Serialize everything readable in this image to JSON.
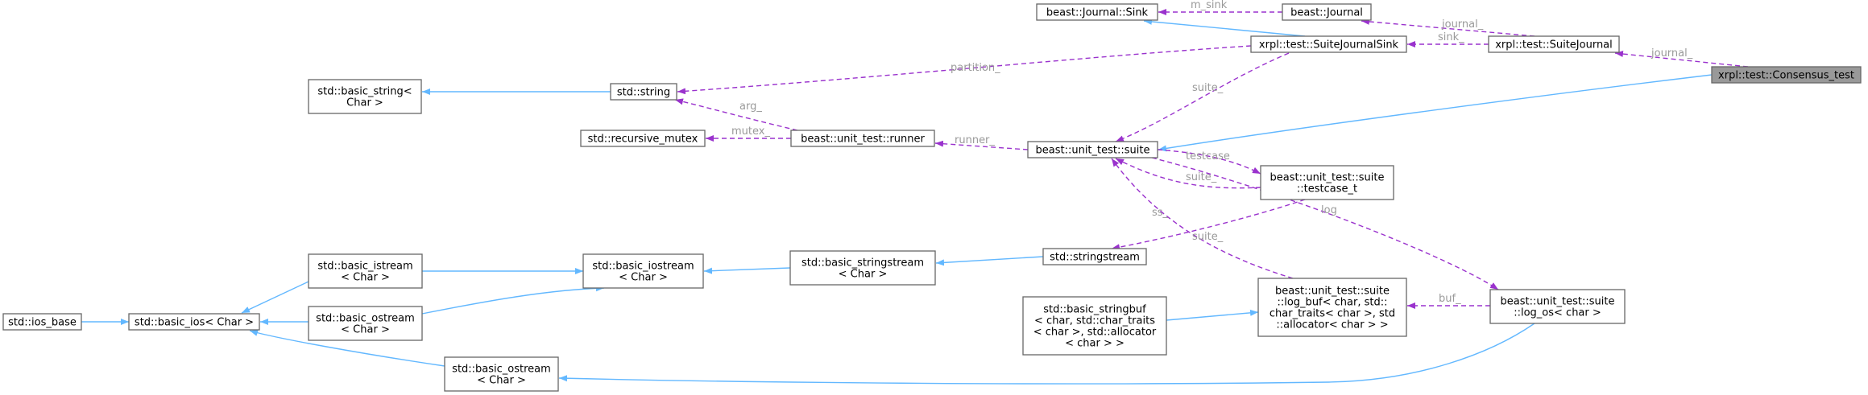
{
  "diagram": {
    "nodes": [
      {
        "id": "journal_sink",
        "lines": [
          "beast::Journal::Sink"
        ]
      },
      {
        "id": "journal",
        "lines": [
          "beast::Journal"
        ]
      },
      {
        "id": "suite_journal_sink",
        "lines": [
          "xrpl::test::SuiteJournalSink"
        ]
      },
      {
        "id": "suite_journal",
        "lines": [
          "xrpl::test::SuiteJournal"
        ]
      },
      {
        "id": "consensus_test",
        "lines": [
          "xrpl::test::Consensus_test"
        ],
        "highlight": true
      },
      {
        "id": "basic_string",
        "lines": [
          "std::basic_string<",
          "Char >"
        ]
      },
      {
        "id": "string",
        "lines": [
          "std::string"
        ]
      },
      {
        "id": "recursive_mutex",
        "lines": [
          "std::recursive_mutex"
        ]
      },
      {
        "id": "runner",
        "lines": [
          "beast::unit_test::runner"
        ]
      },
      {
        "id": "suite",
        "lines": [
          "beast::unit_test::suite"
        ]
      },
      {
        "id": "testcase_t",
        "lines": [
          "beast::unit_test::suite",
          "::testcase_t"
        ]
      },
      {
        "id": "stringstream",
        "lines": [
          "std::stringstream"
        ]
      },
      {
        "id": "basic_stringstream",
        "lines": [
          "std::basic_stringstream",
          "< Char >"
        ]
      },
      {
        "id": "basic_iostream",
        "lines": [
          "std::basic_iostream",
          "< Char >"
        ]
      },
      {
        "id": "basic_istream",
        "lines": [
          "std::basic_istream",
          "< Char >"
        ]
      },
      {
        "id": "basic_ostream_a",
        "lines": [
          "std::basic_ostream",
          "< Char >"
        ]
      },
      {
        "id": "basic_ostream_b",
        "lines": [
          "std::basic_ostream",
          "< Char >"
        ]
      },
      {
        "id": "ios_base",
        "lines": [
          "std::ios_base"
        ]
      },
      {
        "id": "basic_ios",
        "lines": [
          "std::basic_ios< Char >"
        ]
      },
      {
        "id": "basic_stringbuf",
        "lines": [
          "std::basic_stringbuf",
          "< char, std::char_traits",
          "< char >, std::allocator",
          "< char > >"
        ]
      },
      {
        "id": "log_buf",
        "lines": [
          "beast::unit_test::suite",
          "::log_buf< char, std::",
          "char_traits< char >, std",
          "::allocator< char > >"
        ]
      },
      {
        "id": "log_os",
        "lines": [
          "beast::unit_test::suite",
          "::log_os< char >"
        ]
      }
    ],
    "edges": [
      {
        "id": "sink_to_journal",
        "kind": "usage",
        "label": "m_sink"
      },
      {
        "id": "sjs_to_sink",
        "kind": "inherit",
        "label": ""
      },
      {
        "id": "journal_to_sj",
        "kind": "usage",
        "label": "journal_"
      },
      {
        "id": "sjs_to_sj",
        "kind": "usage",
        "label": "sink_"
      },
      {
        "id": "sj_to_ct",
        "kind": "usage",
        "label": "journal_"
      },
      {
        "id": "suite_to_ct",
        "kind": "inherit",
        "label": ""
      },
      {
        "id": "string_to_sjs",
        "kind": "usage",
        "label": "partition_"
      },
      {
        "id": "suite_to_sjs",
        "kind": "usage",
        "label": "suite_"
      },
      {
        "id": "bstring_to_string",
        "kind": "inherit",
        "label": ""
      },
      {
        "id": "string_to_runner",
        "kind": "usage",
        "label": "arg_"
      },
      {
        "id": "mutex_to_runner",
        "kind": "usage",
        "label": "mutex_"
      },
      {
        "id": "runner_to_suite",
        "kind": "usage",
        "label": "runner_"
      },
      {
        "id": "testcase_to_suite",
        "kind": "usage",
        "label": "testcase"
      },
      {
        "id": "suite_to_testcase",
        "kind": "usage",
        "label": "suite_"
      },
      {
        "id": "sstream_to_testcase",
        "kind": "usage",
        "label": "ss_"
      },
      {
        "id": "logos_to_suite",
        "kind": "usage",
        "label": "log"
      },
      {
        "id": "suite_to_logbuf",
        "kind": "usage",
        "label": "suite_"
      },
      {
        "id": "logbuf_to_logos",
        "kind": "usage",
        "label": "buf_"
      },
      {
        "id": "bsstream_to_sstream",
        "kind": "inherit",
        "label": ""
      },
      {
        "id": "biostream_to_bsstream",
        "kind": "inherit",
        "label": ""
      },
      {
        "id": "bistream_to_biostream",
        "kind": "inherit",
        "label": ""
      },
      {
        "id": "bostreama_to_biostream",
        "kind": "inherit",
        "label": ""
      },
      {
        "id": "bios_to_bistream",
        "kind": "inherit",
        "label": ""
      },
      {
        "id": "bios_to_bostreama",
        "kind": "inherit",
        "label": ""
      },
      {
        "id": "bios_to_bostreamb",
        "kind": "inherit",
        "label": ""
      },
      {
        "id": "iosbase_to_bios",
        "kind": "inherit",
        "label": ""
      },
      {
        "id": "bostreamb_to_logos",
        "kind": "inherit",
        "label": ""
      },
      {
        "id": "bstringbuf_to_logbuf",
        "kind": "inherit",
        "label": ""
      }
    ]
  }
}
